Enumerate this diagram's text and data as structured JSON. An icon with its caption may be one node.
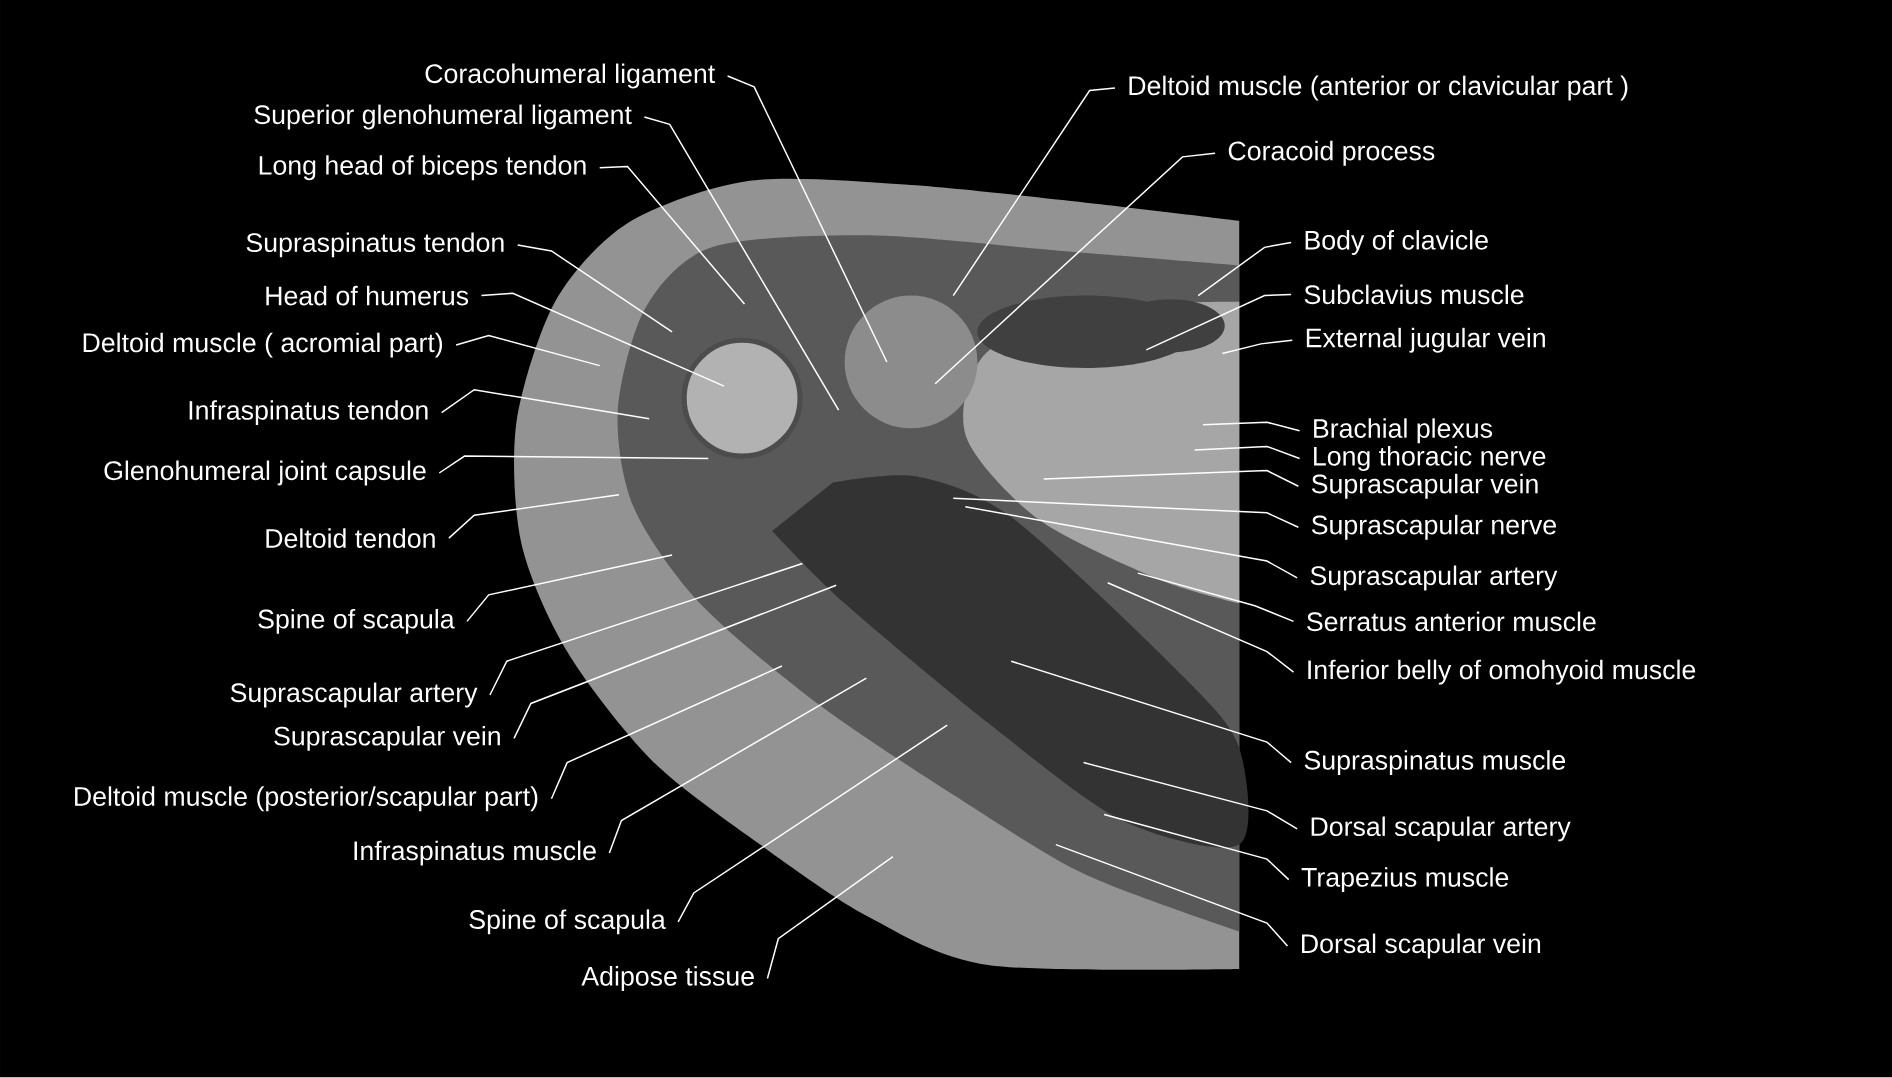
{
  "diagram": {
    "nodes": [
      {
        "text": [
          "Coracohumeral ligament"
        ]
      },
      {
        "text": [
          "Superior glenohumeral ligament"
        ]
      },
      {
        "text": [
          "Long head of biceps tendon"
        ]
      },
      {
        "text": [
          "Supraspinatus tendon"
        ]
      },
      {
        "text": [
          "Head of humerus"
        ]
      },
      {
        "text": [
          "Deltoid muscle ( acromial part)"
        ]
      },
      {
        "text": [
          "Infraspinatus tendon"
        ]
      },
      {
        "text": [
          "Glenohumeral joint capsule"
        ]
      },
      {
        "text": [
          "Deltoid tendon"
        ]
      },
      {
        "text": [
          "Spine of scapula"
        ]
      },
      {
        "text": [
          "Suprascapular artery"
        ]
      },
      {
        "text": [
          "Suprascapular vein"
        ]
      },
      {
        "text": [
          "Deltoid muscle (posterior/scapular part)"
        ]
      },
      {
        "text": [
          "Infraspinatus muscle"
        ]
      },
      {
        "text": [
          "Spine of scapula"
        ]
      },
      {
        "text": [
          "Adipose tissue"
        ]
      },
      {
        "text": [
          "Deltoid muscle (anterior or clavicular part )"
        ]
      },
      {
        "text": [
          "Coracoid process"
        ]
      },
      {
        "text": [
          "Body of clavicle"
        ]
      },
      {
        "text": [
          "Subclavius muscle"
        ]
      },
      {
        "text": [
          "External jugular vein"
        ]
      },
      {
        "text": [
          "Brachial plexus"
        ]
      },
      {
        "text": [
          "Long thoracic nerve"
        ]
      },
      {
        "text": [
          "Suprascapular vein"
        ]
      },
      {
        "text": [
          "Suprascapular nerve"
        ]
      },
      {
        "text": [
          "Suprascapular artery"
        ]
      },
      {
        "text": [
          "Serratus anterior muscle"
        ]
      },
      {
        "text": [
          "Inferior belly of omohyoid muscle"
        ]
      },
      {
        "text": [
          "Supraspinatus muscle"
        ]
      },
      {
        "text": [
          "Dorsal scapular artery"
        ]
      },
      {
        "text": [
          "Trapezius muscle"
        ]
      },
      {
        "text": [
          "Dorsal scapular vein"
        ]
      }
    ],
    "edges": [
      {
        "from": 0,
        "to": null,
        "arrow": "none"
      },
      {
        "from": 1,
        "to": null,
        "arrow": "none"
      },
      {
        "from": 2,
        "to": null,
        "arrow": "none"
      },
      {
        "from": 3,
        "to": null,
        "arrow": "none"
      },
      {
        "from": 4,
        "to": null,
        "arrow": "none"
      },
      {
        "from": 5,
        "to": null,
        "arrow": "none"
      },
      {
        "from": 6,
        "to": null,
        "arrow": "none"
      },
      {
        "from": 7,
        "to": null,
        "arrow": "none"
      },
      {
        "from": 8,
        "to": null,
        "arrow": "none"
      },
      {
        "from": 9,
        "to": null,
        "arrow": "none"
      },
      {
        "from": 10,
        "to": null,
        "arrow": "none"
      },
      {
        "from": 11,
        "to": null,
        "arrow": "none"
      },
      {
        "from": 12,
        "to": null,
        "arrow": "none"
      },
      {
        "from": 13,
        "to": null,
        "arrow": "none"
      },
      {
        "from": 14,
        "to": null,
        "arrow": "none"
      },
      {
        "from": 15,
        "to": null,
        "arrow": "none"
      },
      {
        "from": 16,
        "to": null,
        "arrow": "none"
      },
      {
        "from": 17,
        "to": null,
        "arrow": "none"
      },
      {
        "from": 18,
        "to": null,
        "arrow": "none"
      },
      {
        "from": 19,
        "to": null,
        "arrow": "none"
      },
      {
        "from": 20,
        "to": null,
        "arrow": "none"
      },
      {
        "from": 21,
        "to": null,
        "arrow": "none"
      },
      {
        "from": 22,
        "to": null,
        "arrow": "none"
      },
      {
        "from": 23,
        "to": null,
        "arrow": "none"
      },
      {
        "from": 24,
        "to": null,
        "arrow": "none"
      },
      {
        "from": 25,
        "to": null,
        "arrow": "none"
      },
      {
        "from": 26,
        "to": null,
        "arrow": "none"
      },
      {
        "from": 27,
        "to": null,
        "arrow": "none"
      },
      {
        "from": 28,
        "to": null,
        "arrow": "none"
      },
      {
        "from": 29,
        "to": null,
        "arrow": "none"
      },
      {
        "from": 30,
        "to": null,
        "arrow": "none"
      },
      {
        "from": 31,
        "to": null,
        "arrow": "none"
      }
    ]
  }
}
